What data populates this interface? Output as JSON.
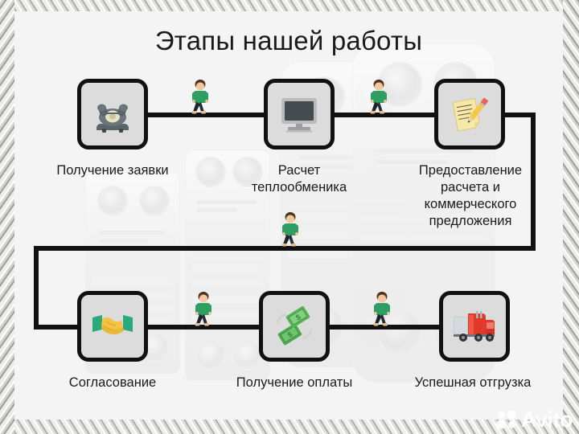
{
  "page": {
    "title": "Этапы нашей работы",
    "watermark": "Avito",
    "colors": {
      "box_fill": "#dcdcdc",
      "box_border": "#111111",
      "slide_bg": "#f4f4f4",
      "text": "#1a1a1a",
      "shirt_green": "#2e9e63",
      "truck_red": "#e03b2a",
      "money_green": "#5cb85c",
      "handshake_yellow": "#f5c343"
    }
  },
  "steps": [
    {
      "id": "step-1",
      "label": "Получение заявки",
      "icon": "telephone-icon",
      "row": "top"
    },
    {
      "id": "step-2",
      "label": "Расчет\nтеплообменика",
      "label_lines": [
        "Расчет",
        "теплообменика"
      ],
      "icon": "computer-monitor-icon",
      "row": "top"
    },
    {
      "id": "step-3",
      "label": "Предоставление расчета и коммерческого предложения",
      "label_lines": [
        "Предоставление",
        "расчета и",
        "коммерческого",
        "предложения"
      ],
      "icon": "note-pencil-icon",
      "row": "top"
    },
    {
      "id": "step-4",
      "label": "Согласование",
      "label_lines": [
        "Согласование"
      ],
      "icon": "handshake-icon",
      "row": "bottom"
    },
    {
      "id": "step-5",
      "label": "Получение оплаты",
      "label_lines": [
        "Получение оплаты"
      ],
      "icon": "money-icon",
      "row": "bottom"
    },
    {
      "id": "step-6",
      "label": "Успешная отгрузка",
      "label_lines": [
        "Успешная отгрузка"
      ],
      "icon": "truck-icon",
      "row": "bottom"
    }
  ],
  "connectors": [
    {
      "id": "connector-1-2",
      "type": "horizontal"
    },
    {
      "id": "connector-2-3",
      "type": "horizontal"
    },
    {
      "id": "connector-3-4",
      "type": "elbow-down-left"
    },
    {
      "id": "connector-4-5",
      "type": "horizontal"
    },
    {
      "id": "connector-5-6",
      "type": "horizontal"
    }
  ],
  "walkers": [
    {
      "id": "walker-1",
      "between": "step-1 and step-2"
    },
    {
      "id": "walker-2",
      "between": "step-2 and step-3"
    },
    {
      "id": "walker-3",
      "between": "step-3 and step-4"
    },
    {
      "id": "walker-4",
      "between": "step-4 and step-5"
    },
    {
      "id": "walker-5",
      "between": "step-5 and step-6"
    }
  ]
}
